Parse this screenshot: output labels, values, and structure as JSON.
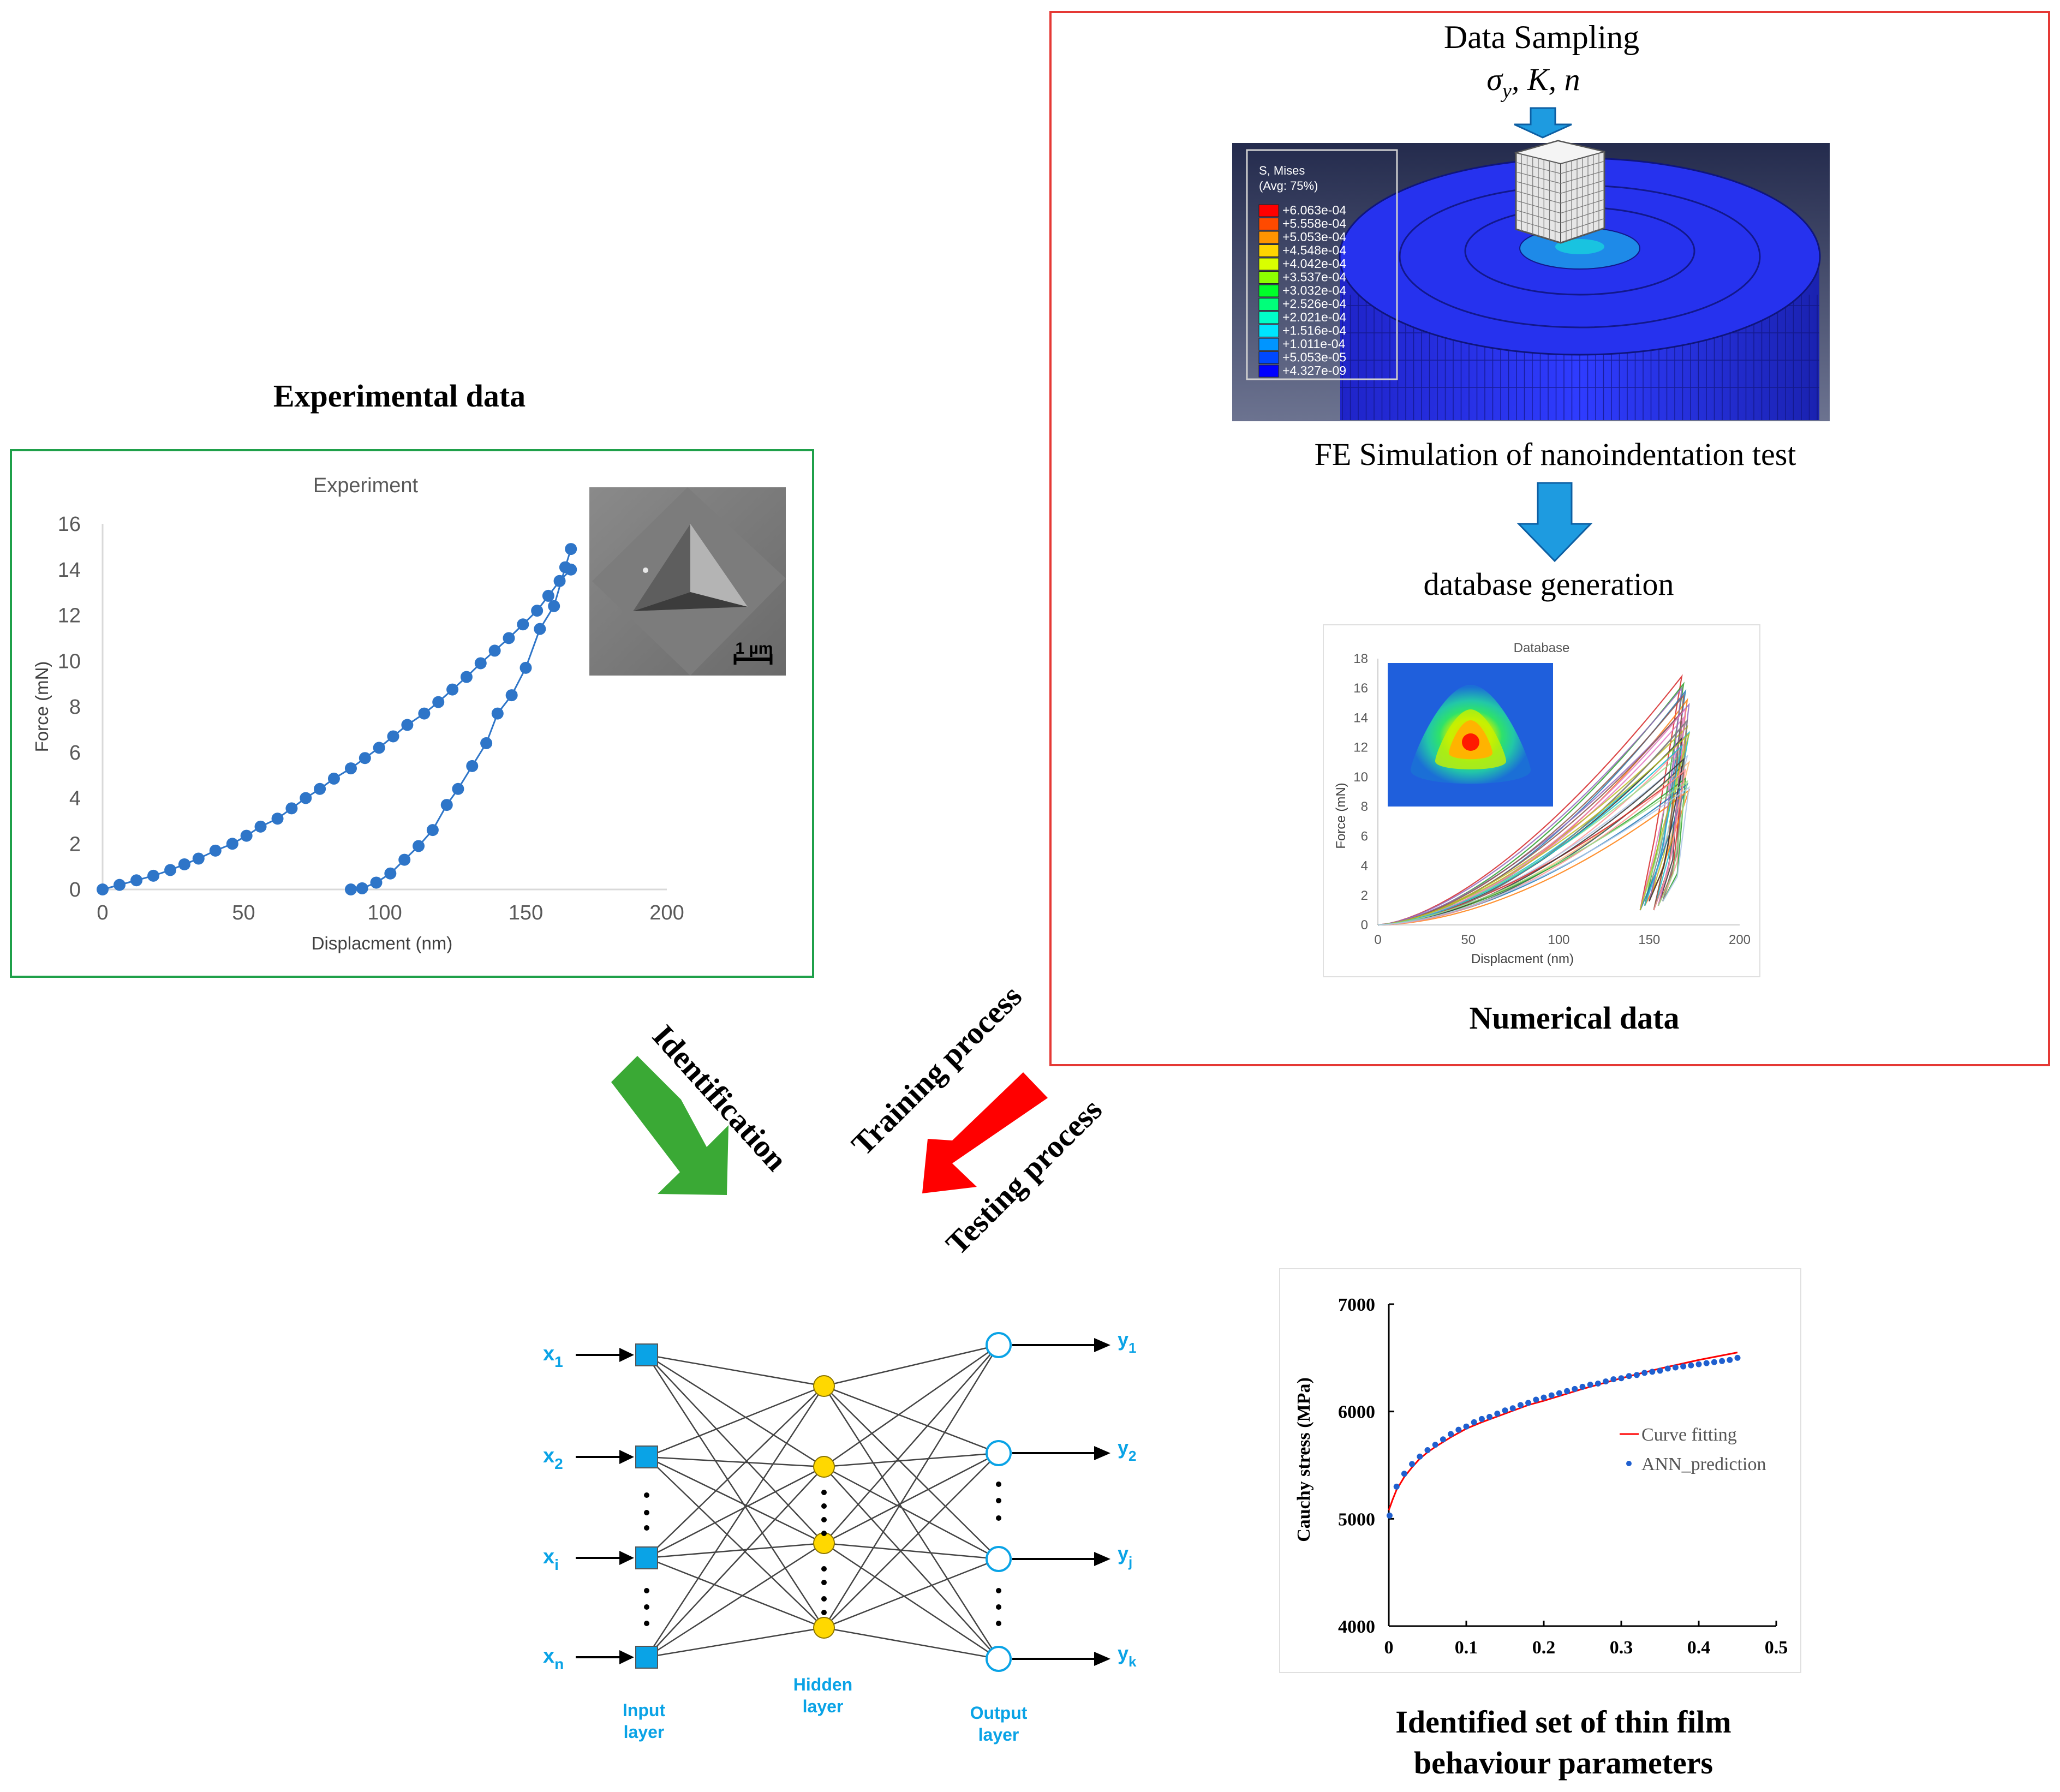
{
  "experimental": {
    "heading": "Experimental data",
    "chart_title": "Experiment",
    "x_axis_label": "Displacment (nm)",
    "y_axis_label": "Force (mN)",
    "scale_bar_label": "1 µm",
    "box_color": "#1fa04a"
  },
  "numerical": {
    "step1_label": "Data Sampling",
    "step1_params": "σy, K, n",
    "fe_label": "FE Simulation of nanoindentation test",
    "db_label": "database generation",
    "heading": "Numerical data",
    "chart_title": "Database",
    "x_axis_label": "Displacment (nm)",
    "y_axis_label": "Force (mN)",
    "box_color": "#e53935",
    "legend_title": "S, Mises",
    "legend_subtitle": "(Avg: 75%)",
    "legend_values": [
      "+6.063e-04",
      "+5.558e-04",
      "+5.053e-04",
      "+4.548e-04",
      "+4.042e-04",
      "+3.537e-04",
      "+3.032e-04",
      "+2.526e-04",
      "+2.021e-04",
      "+1.516e-04",
      "+1.011e-04",
      "+5.053e-05",
      "+4.327e-09"
    ],
    "legend_colors": [
      "#ff0000",
      "#ff4a00",
      "#ff9400",
      "#ffd500",
      "#d9ff00",
      "#8dff00",
      "#00ff2a",
      "#00ff7a",
      "#00ffc8",
      "#00e5ff",
      "#0095ff",
      "#0048ff",
      "#0000ff"
    ]
  },
  "arrows": {
    "identification": "Identification",
    "training": "Training process",
    "testing": "Testing process",
    "green": "#3aa935",
    "red": "#ff0000",
    "blue": "#1e9be0"
  },
  "network": {
    "inputs": [
      "x1",
      "x2",
      "xi",
      "xn"
    ],
    "outputs": [
      "y1",
      "y2",
      "yj",
      "yk"
    ],
    "input_layer_label": [
      "Input",
      "layer"
    ],
    "hidden_layer_label": [
      "Hidden",
      "layer"
    ],
    "output_layer_label": [
      "Output",
      "layer"
    ],
    "accent": "#0aa3e6",
    "hidden_fill": "#ffd800"
  },
  "result": {
    "heading_line1": "Identified set of thin film",
    "heading_line2": "behaviour parameters",
    "legend_fit": "Curve fitting",
    "legend_ann": "ANN_prediction"
  },
  "chart_data": [
    {
      "type": "scatter",
      "title": "Experiment",
      "xlabel": "Displacment (nm)",
      "ylabel": "Force (mN)",
      "xlim": [
        0,
        200
      ],
      "ylim": [
        0,
        16
      ],
      "xticks": [
        0,
        50,
        100,
        150,
        200
      ],
      "yticks": [
        0,
        2,
        4,
        6,
        8,
        10,
        12,
        14,
        16
      ],
      "series": [
        {
          "name": "",
          "segment": "loading",
          "x": [
            0,
            6,
            12,
            18,
            24,
            29,
            34,
            40,
            46,
            51,
            56,
            62,
            67,
            72,
            77,
            82,
            88,
            93,
            98,
            103,
            108,
            114,
            119,
            124,
            129,
            134,
            139,
            144,
            149,
            154,
            158,
            162,
            166
          ],
          "y": [
            0,
            0.2,
            0.4,
            0.6,
            0.85,
            1.1,
            1.35,
            1.7,
            2.0,
            2.35,
            2.75,
            3.1,
            3.55,
            4.0,
            4.4,
            4.85,
            5.3,
            5.75,
            6.2,
            6.7,
            7.2,
            7.7,
            8.2,
            8.75,
            9.3,
            9.9,
            10.45,
            11.0,
            11.6,
            12.2,
            12.85,
            13.5,
            14.0
          ]
        },
        {
          "name": "",
          "segment": "unloading",
          "x": [
            166,
            164,
            160,
            155,
            150,
            145,
            140,
            136,
            131,
            126,
            122,
            117,
            112,
            107,
            102,
            97,
            92,
            88
          ],
          "y": [
            14.9,
            14.1,
            12.4,
            11.4,
            9.7,
            8.5,
            7.7,
            6.4,
            5.4,
            4.4,
            3.7,
            2.6,
            1.9,
            1.3,
            0.7,
            0.3,
            0.05,
            0
          ]
        }
      ]
    },
    {
      "type": "line",
      "title": "Database",
      "xlabel": "Displacment (nm)",
      "ylabel": "Force (mN)",
      "xlim": [
        0,
        200
      ],
      "ylim": [
        0,
        18
      ],
      "xticks": [
        0,
        50,
        100,
        150,
        200
      ],
      "yticks": [
        0,
        2,
        4,
        6,
        8,
        10,
        12,
        14,
        16,
        18
      ],
      "series_note": "about 40 simulated loading/unloading curves, peak force 9–17 mN at ~170 nm",
      "peak_forces": [
        16.8,
        16.3,
        15.8,
        15.2,
        14.9,
        14.4,
        14.0,
        13.7,
        13.4,
        13.0,
        12.6,
        12.2,
        11.8,
        11.4,
        11.0,
        10.7,
        10.3,
        9.9,
        9.5,
        9.1,
        16.0,
        15.5,
        14.6,
        13.8,
        12.9,
        12.1,
        11.2,
        10.5,
        9.7,
        9.3
      ]
    },
    {
      "type": "line",
      "title": "",
      "xlabel": "",
      "ylabel": "Cauchy stress (MPa)",
      "xlim": [
        0,
        0.5
      ],
      "ylim": [
        4000,
        7000
      ],
      "xticks": [
        0,
        0.1,
        0.2,
        0.3,
        0.4,
        0.5
      ],
      "yticks": [
        4000,
        5000,
        6000,
        7000
      ],
      "series": [
        {
          "name": "Curve fitting",
          "x": [
            0,
            0.005,
            0.01,
            0.02,
            0.03,
            0.04,
            0.05,
            0.06,
            0.08,
            0.1,
            0.12,
            0.15,
            0.18,
            0.2,
            0.25,
            0.3,
            0.35,
            0.4,
            0.45
          ],
          "y": [
            5080,
            5180,
            5270,
            5390,
            5480,
            5560,
            5620,
            5670,
            5760,
            5840,
            5900,
            5980,
            6060,
            6100,
            6210,
            6310,
            6400,
            6480,
            6550
          ]
        },
        {
          "name": "ANN_prediction",
          "x": [
            0.001,
            0.01,
            0.02,
            0.03,
            0.04,
            0.05,
            0.06,
            0.07,
            0.08,
            0.09,
            0.1,
            0.11,
            0.12,
            0.13,
            0.14,
            0.15,
            0.16,
            0.17,
            0.18,
            0.19,
            0.2,
            0.21,
            0.22,
            0.23,
            0.24,
            0.25,
            0.26,
            0.27,
            0.28,
            0.29,
            0.3,
            0.31,
            0.32,
            0.33,
            0.34,
            0.35,
            0.36,
            0.37,
            0.38,
            0.39,
            0.4,
            0.41,
            0.42,
            0.43,
            0.44,
            0.45
          ],
          "y": [
            5030,
            5300,
            5420,
            5510,
            5580,
            5640,
            5690,
            5740,
            5790,
            5830,
            5860,
            5900,
            5930,
            5950,
            5980,
            6010,
            6030,
            6060,
            6080,
            6110,
            6130,
            6150,
            6170,
            6190,
            6210,
            6230,
            6250,
            6260,
            6280,
            6300,
            6310,
            6330,
            6340,
            6360,
            6370,
            6380,
            6400,
            6410,
            6420,
            6430,
            6440,
            6450,
            6460,
            6470,
            6480,
            6500
          ]
        }
      ]
    }
  ]
}
